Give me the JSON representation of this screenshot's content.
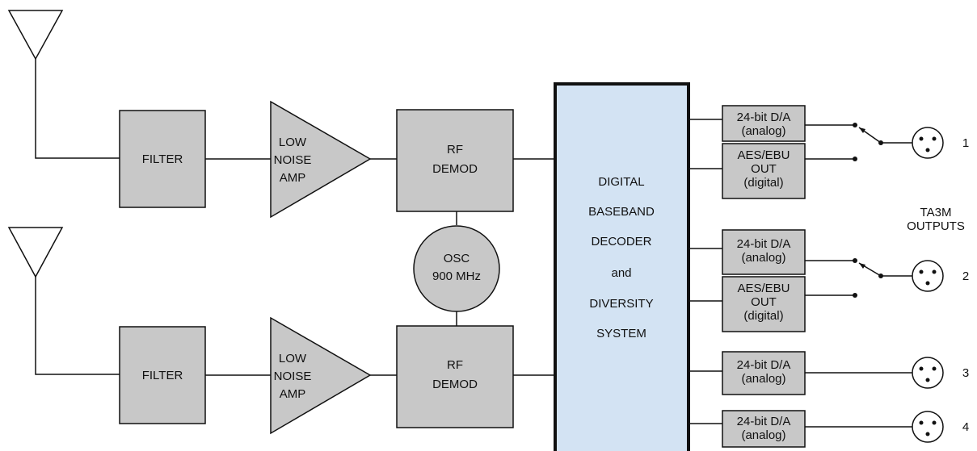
{
  "colors": {
    "block_fill": "#c8c8c8",
    "decoder_fill": "#d3e3f3",
    "line": "#111111"
  },
  "icons": [
    "antenna-icon",
    "xlr-connector-icon",
    "switch-icon"
  ],
  "filter": {
    "label": "FILTER"
  },
  "lna": {
    "line1": "LOW",
    "line2": "NOISE",
    "line3": "AMP"
  },
  "demod": {
    "line1": "RF",
    "line2": "DEMOD"
  },
  "osc": {
    "line1": "OSC",
    "line2": "900 MHz"
  },
  "decoder": {
    "lines": [
      "DIGITAL",
      "BASEBAND",
      "DECODER",
      "and",
      "DIVERSITY",
      "SYSTEM"
    ]
  },
  "da": {
    "line1": "24-bit D/A",
    "line2": "(analog)"
  },
  "aes": {
    "line1": "AES/EBU",
    "line2": "OUT",
    "line3": "(digital)"
  },
  "outputs": {
    "title_line1": "TA3M",
    "title_line2": "OUTPUTS",
    "numbers": [
      "1",
      "2",
      "3",
      "4"
    ]
  }
}
